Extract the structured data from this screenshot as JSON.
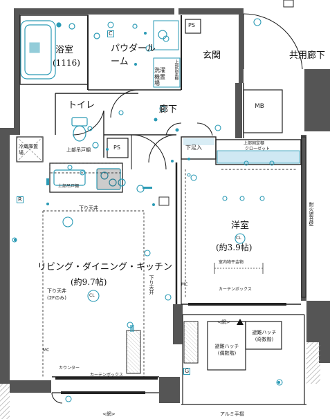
{
  "rooms": {
    "bathroom": "浴室",
    "bathroom_size": "(1116)",
    "powder_room": "パウダールーム",
    "entrance": "玄関",
    "common_hall": "共用廊下",
    "toilet": "トイレ",
    "hallway": "廊下",
    "western_room": "洋室",
    "western_room_size": "(約3.9帖)",
    "ldk": "リビング・ダイニング・キッチン",
    "ldk_size": "(約9.7帖)"
  },
  "labels": {
    "laundry_space": "洗濯機置場",
    "upper_shelf_powder": "上部固定棚",
    "ps_1": "PS",
    "ps_2": "PS",
    "mb": "MB",
    "fridge_space": "冷蔵庫置場",
    "upper_shelf_toilet": "上部吊戸棚",
    "upper_cabinet_kitchen": "上部吊戸棚",
    "shoe_box": "下足入",
    "closet_shelf": "上部固定棚",
    "closet": "クローゼット",
    "fireproof_soundproof": "耐火遮音壁",
    "lowered_ceiling_top": "下り天井",
    "lowered_ceiling_left": "下り天井",
    "lowered_ceiling_left_note": "(2Fのみ)",
    "lowered_ceiling_right": "下り天井",
    "indoor_hanger": "室内物干金物",
    "curtain_box_western": "カーテンボックス",
    "curtain_box_ldk": "カーテンボックス",
    "counter": "カウンター",
    "mesh_left": "<網>",
    "mesh_bottom": "<網>",
    "escape_hatch_odd": "避難ハッチ",
    "escape_hatch_odd_note": "(奇数階)",
    "escape_hatch_even": "避難ハッチ",
    "escape_hatch_even_note": "(偶数階)",
    "aluminum_handrail": "アルミ手摺",
    "symbol_r": "R",
    "symbol_g": "G",
    "symbol_c": "C",
    "symbol_mc_1": "MC",
    "symbol_mc_2": "MC",
    "symbol_cl_1": "CL",
    "symbol_cl_2": "CL"
  },
  "colors": {
    "wall": "#555555",
    "line": "#222222",
    "fixture": "#2a9ab5",
    "light_blue": "#cfe8f3",
    "dashed": "#333333",
    "hatch": "#9a9a9a"
  }
}
